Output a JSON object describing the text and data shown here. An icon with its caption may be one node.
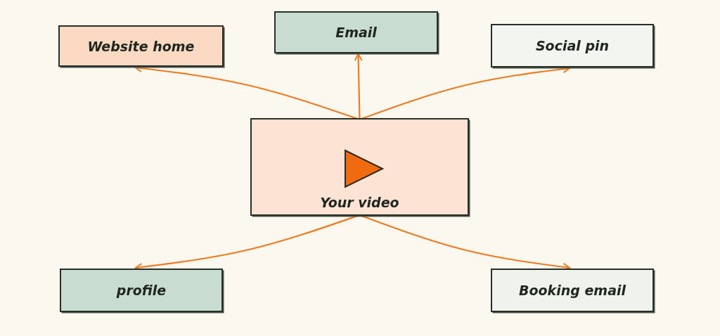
{
  "diagram": {
    "nodes": [
      {
        "text": [
          "Website home"
        ]
      },
      {
        "text": [
          "Email"
        ]
      },
      {
        "text": [
          "Social pin"
        ]
      },
      {
        "text": [
          "Your video"
        ]
      },
      {
        "text": [
          "profile"
        ]
      },
      {
        "text": [
          "Booking email"
        ]
      }
    ],
    "edges": [
      {
        "from": 3,
        "to": 0,
        "arrow": "to"
      },
      {
        "from": 3,
        "to": 1,
        "arrow": "to"
      },
      {
        "from": 3,
        "to": 2,
        "arrow": "to"
      },
      {
        "from": 3,
        "to": 4,
        "arrow": "to"
      },
      {
        "from": 3,
        "to": 5,
        "arrow": "to"
      }
    ]
  }
}
